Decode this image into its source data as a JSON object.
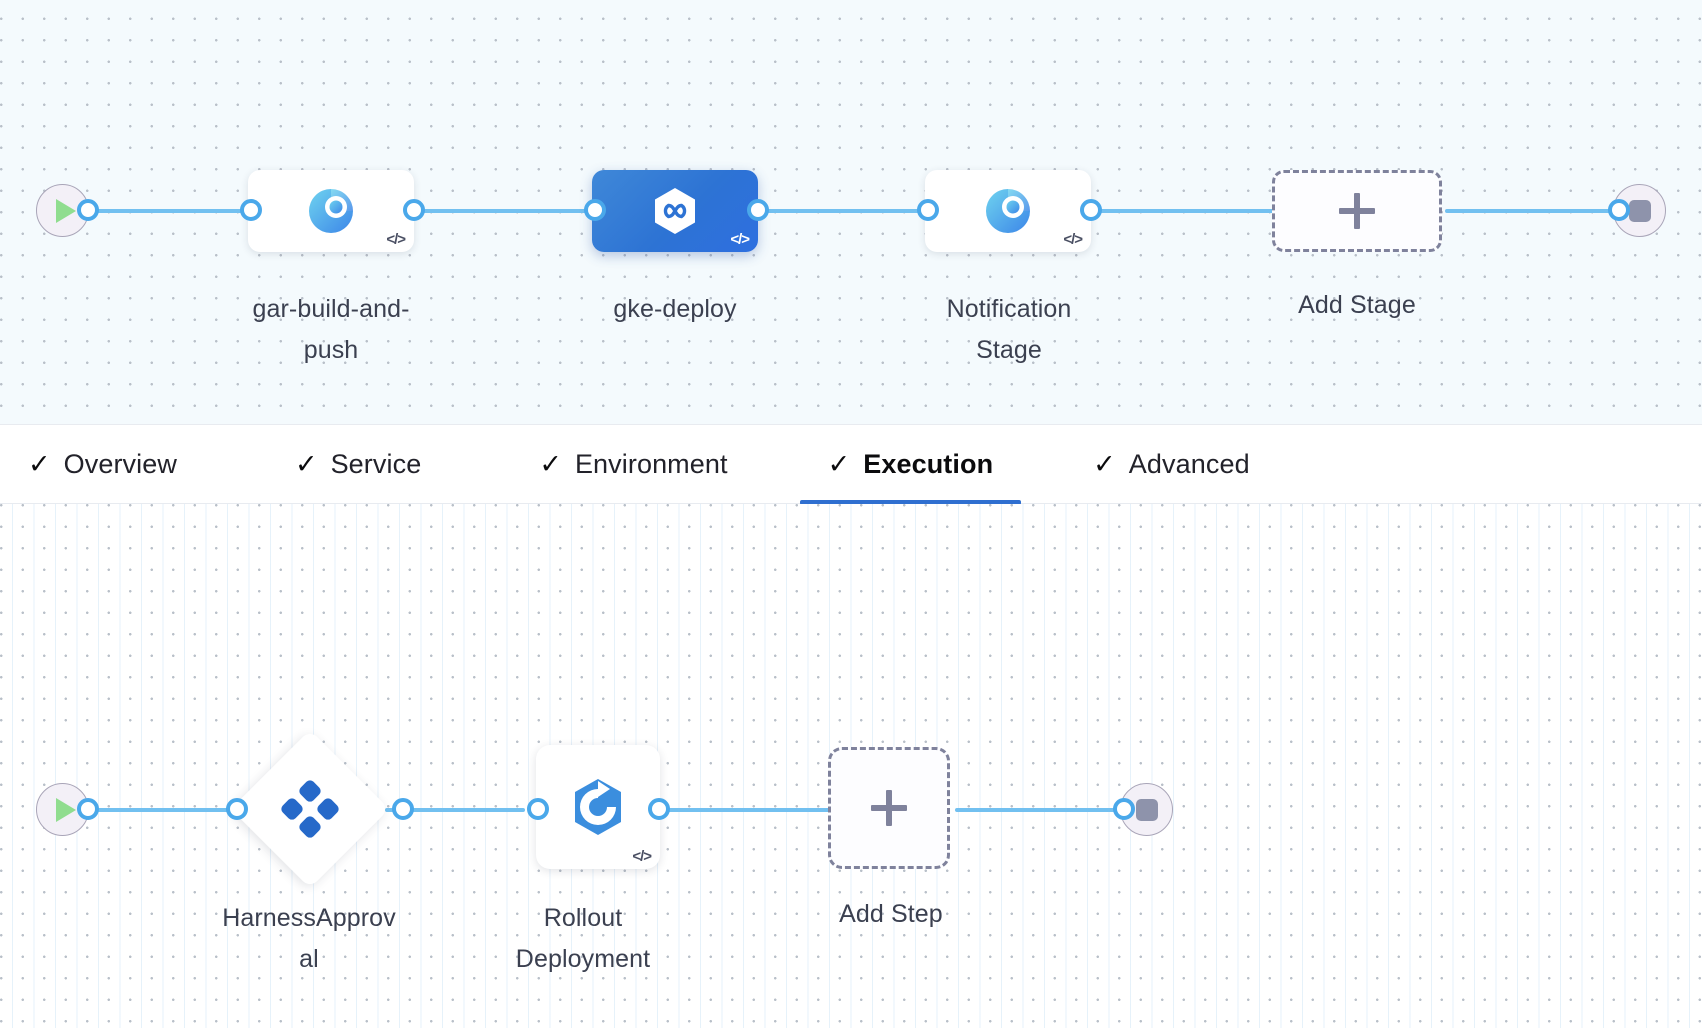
{
  "app": {
    "title": "Pipeline Studio - Execution",
    "accent_color": "#2f6fd0",
    "link_color": "#72c0f0",
    "stage_canvas_bg": "#f4fafd",
    "step_canvas_bg": "#ffffff",
    "selected_stage_color": "#2d73d4"
  },
  "stage_canvas": {
    "start_node": {
      "label": "Start",
      "icon": "play-icon"
    },
    "end_node": {
      "label": "End",
      "icon": "stop-icon"
    },
    "stages": [
      {
        "name": "gar-build-and-push",
        "caption_lines": [
          "gar-build-and-",
          "push"
        ],
        "icon": "custom-stage-icon",
        "selected": false,
        "code_badge": "</>"
      },
      {
        "name": "gke-deploy",
        "caption_lines": [
          "gke-deploy"
        ],
        "icon": "deploy-stage-icon",
        "selected": true,
        "code_badge": "</>"
      },
      {
        "name": "Notification Stage",
        "caption_lines": [
          "Notification",
          "Stage"
        ],
        "icon": "custom-stage-icon",
        "selected": false,
        "code_badge": "</>"
      }
    ],
    "add_stage": {
      "label": "Add Stage",
      "icon": "plus-icon"
    }
  },
  "tabs": {
    "items": [
      {
        "label": "Overview",
        "check": "✓",
        "active": false
      },
      {
        "label": "Service",
        "check": "✓",
        "active": false
      },
      {
        "label": "Environment",
        "check": "✓",
        "active": false
      },
      {
        "label": "Execution",
        "check": "✓",
        "active": true
      },
      {
        "label": "Advanced",
        "check": "✓",
        "active": false
      }
    ]
  },
  "step_canvas": {
    "start_node": {
      "label": "Start",
      "icon": "play-icon"
    },
    "end_node": {
      "label": "End",
      "icon": "stop-icon"
    },
    "steps": [
      {
        "name": "HarnessApproval",
        "caption_lines": [
          "HarnessApprov",
          "al"
        ],
        "icon": "harness-approval-icon",
        "shape": "diamond",
        "code_badge": ""
      },
      {
        "name": "Rollout Deployment",
        "caption_lines": [
          "Rollout",
          "Deployment"
        ],
        "icon": "k8s-rollout-icon",
        "shape": "square",
        "code_badge": "</>"
      }
    ],
    "add_step": {
      "label": "Add Step",
      "icon": "plus-icon"
    }
  }
}
